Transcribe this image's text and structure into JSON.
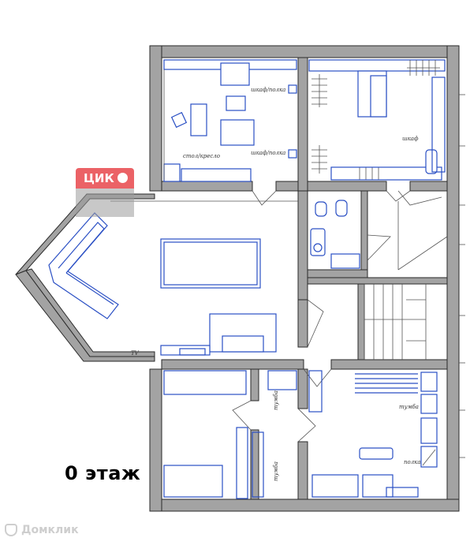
{
  "floor_label": "0 этаж",
  "badge": {
    "brand": "ЦИК"
  },
  "watermark": {
    "text": "Домклик"
  },
  "colors": {
    "wall": "#a3a3a3",
    "wall_outline": "#2a2a2a",
    "furniture": "#2a4fc4",
    "interior_line": "#555555",
    "badge_red": "#e8474c"
  }
}
